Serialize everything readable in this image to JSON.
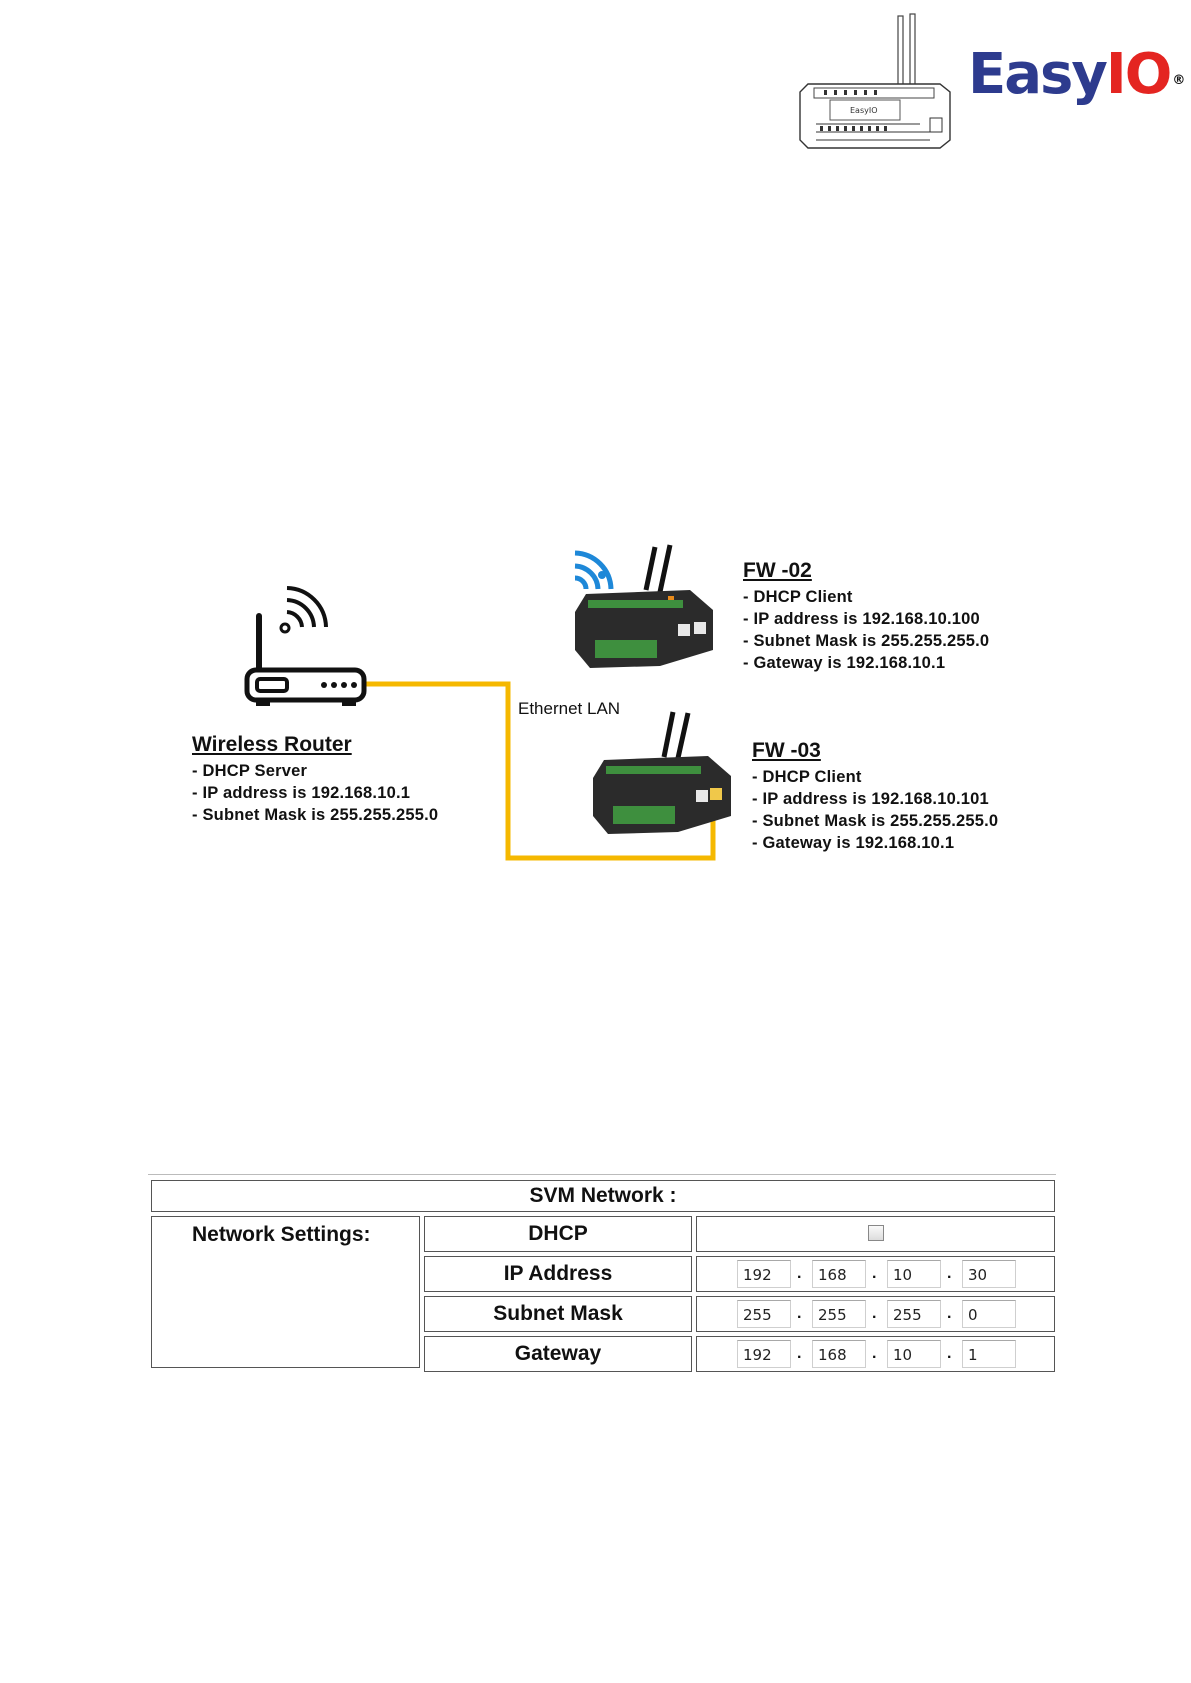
{
  "header": {
    "brand": {
      "main": "Easy",
      "accent": "IO",
      "registered": "®"
    },
    "colors": {
      "brand_blue": "#2d3b8e",
      "brand_red": "#e42521"
    }
  },
  "diagram": {
    "colors": {
      "cable": "#f5b800",
      "wifi_client": "#1e88d8"
    },
    "ethernet_label": "Ethernet LAN",
    "router": {
      "title": "Wireless Router",
      "lines": [
        "- DHCP Server",
        "- IP address is 192.168.10.1",
        "- Subnet Mask is 255.255.255.0"
      ]
    },
    "fw02": {
      "title": "FW -02",
      "lines": [
        "- DHCP Client",
        "- IP address is 192.168.10.100",
        "- Subnet Mask is 255.255.255.0",
        "- Gateway is 192.168.10.1"
      ]
    },
    "fw03": {
      "title": "FW -03",
      "lines": [
        "- DHCP Client",
        "- IP address is 192.168.10.101",
        "- Subnet Mask is 255.255.255.0",
        "- Gateway is 192.168.10.1"
      ]
    }
  },
  "network_table": {
    "header": "SVM Network :",
    "section_label": "Network Settings:",
    "dhcp": {
      "label": "DHCP",
      "checked": false
    },
    "ip_address": {
      "label": "IP Address",
      "octets": [
        "192",
        "168",
        "10",
        "30"
      ]
    },
    "subnet_mask": {
      "label": "Subnet Mask",
      "octets": [
        "255",
        "255",
        "255",
        "0"
      ]
    },
    "gateway": {
      "label": "Gateway",
      "octets": [
        "192",
        "168",
        "10",
        "1"
      ]
    },
    "separator": "."
  }
}
